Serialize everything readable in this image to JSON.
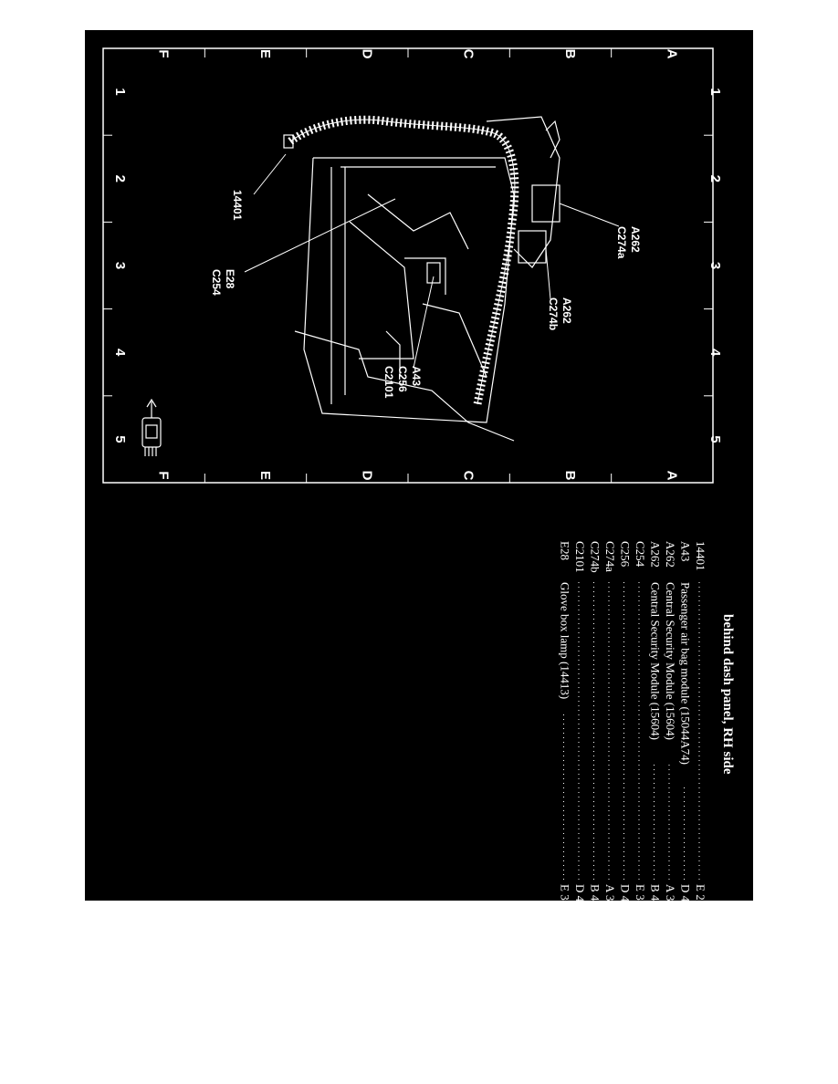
{
  "grid": {
    "rows": [
      "A",
      "B",
      "C",
      "D",
      "E",
      "F"
    ],
    "columns": [
      "1",
      "2",
      "3",
      "4",
      "5"
    ]
  },
  "callouts": {
    "c14401": "14401",
    "a262_top": "A262",
    "c274a": "C274a",
    "a262_bottom": "A262",
    "c274b": "C274b",
    "e28": "E28",
    "c254": "C254",
    "a43": "A43",
    "c256": "C256",
    "c2101": "C2101"
  },
  "legend": {
    "title": "behind dash panel, RH side",
    "items": [
      {
        "code": "14401",
        "description": "",
        "location": "E 2"
      },
      {
        "code": "A43",
        "description": "Passenger air bag module (15044A74)",
        "location": "D 4"
      },
      {
        "code": "A262",
        "description": "Central Security Module (15604)",
        "location": "A 3"
      },
      {
        "code": "A262",
        "description": "Central Security Module (15604)",
        "location": "B 4"
      },
      {
        "code": "C254",
        "description": "",
        "location": "E 3"
      },
      {
        "code": "C256",
        "description": "",
        "location": "D 4"
      },
      {
        "code": "C274a",
        "description": "",
        "location": "A 3"
      },
      {
        "code": "C274b",
        "description": "",
        "location": "B 4"
      },
      {
        "code": "C2101",
        "description": "",
        "location": "D 4"
      },
      {
        "code": "E28",
        "description": "Glove box lamp (14413)",
        "location": "E 3"
      }
    ]
  },
  "colors": {
    "page_background": "#ffffff",
    "panel_background": "#000000",
    "ink": "#ffffff"
  },
  "icons": {
    "orientation": "vehicle-forward-arrow-icon"
  }
}
